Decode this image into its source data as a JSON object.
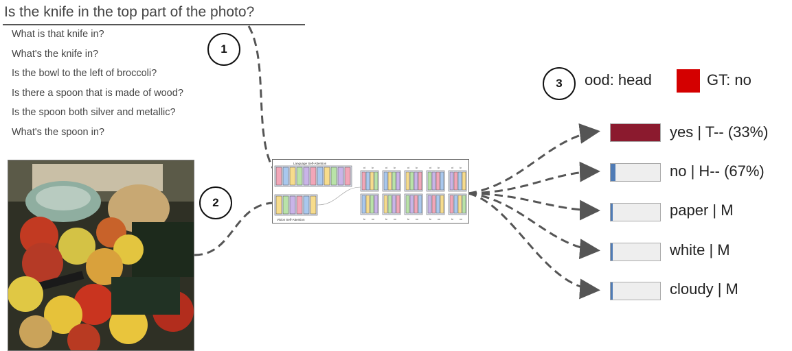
{
  "main_question": "Is the knife in the top part of the photo?",
  "related_questions": [
    "What is that knife in?",
    "What's the knife in?",
    "Is the bowl to the left of broccoli?",
    "Is there a spoon that is made of wood?",
    "Is the spoon both silver and metallic?",
    "What's the spoon in?"
  ],
  "steps": [
    "1",
    "2",
    "3"
  ],
  "model": {
    "language_label": "Language Self-Attention",
    "vision_label": "Vision Self-Attention",
    "col_labels": [
      "vl",
      "lv",
      "vl",
      "lv",
      "vl",
      "lv",
      "vl",
      "lv",
      "vl",
      "lv"
    ],
    "col_labels_bottom": [
      "lv",
      "vv",
      "lv",
      "vv",
      "lv",
      "vv",
      "lv",
      "vv",
      "lv",
      "vv"
    ]
  },
  "ood": {
    "text": "ood: head",
    "gt": "GT: no",
    "color": "#d40000"
  },
  "answers": [
    {
      "label": "yes | T-- (33%)",
      "fill": 1.0,
      "color": "#8b1a2e"
    },
    {
      "label": "no | H-- (67%)",
      "fill": 0.1,
      "color": "#4f7bb5"
    },
    {
      "label": "paper | M",
      "fill": 0.04,
      "color": "#4f7bb5"
    },
    {
      "label": "white | M",
      "fill": 0.04,
      "color": "#4f7bb5"
    },
    {
      "label": "cloudy | M",
      "fill": 0.04,
      "color": "#4f7bb5"
    }
  ]
}
